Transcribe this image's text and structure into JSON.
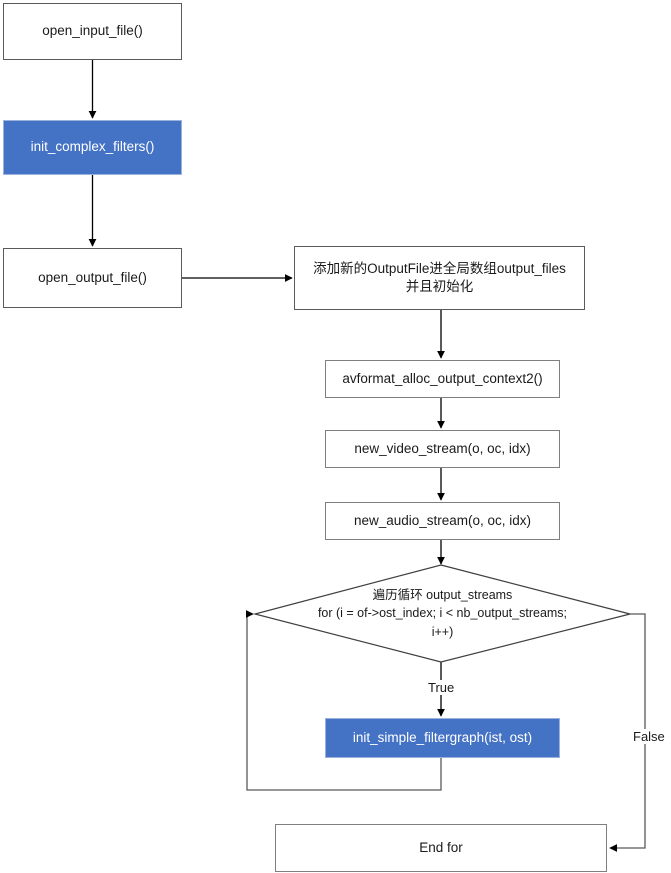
{
  "diagram": {
    "title": "ffmpeg open_output_file flowchart",
    "accent_color": "#4472C4",
    "border_color": "#7f7f7f",
    "text_color": "#1a1a1a",
    "background": "#ffffff",
    "nodes": [
      {
        "id": "open_input_file",
        "label": "open_input_file()",
        "shape": "process",
        "style": "plain"
      },
      {
        "id": "init_complex_filters",
        "label": "init_complex_filters()",
        "shape": "process",
        "style": "accent"
      },
      {
        "id": "open_output_file",
        "label": "open_output_file()",
        "shape": "process",
        "style": "plain"
      },
      {
        "id": "add_outputfile",
        "label": "添加新的OutputFile进全局数组output_files\n并且初始化",
        "shape": "process",
        "style": "plain"
      },
      {
        "id": "avformat_alloc",
        "label": "avformat_alloc_output_context2()",
        "shape": "process",
        "style": "plain"
      },
      {
        "id": "new_video_stream",
        "label": "new_video_stream(o, oc, idx)",
        "shape": "process",
        "style": "plain"
      },
      {
        "id": "new_audio_stream",
        "label": "new_audio_stream(o, oc, idx)",
        "shape": "process",
        "style": "plain"
      },
      {
        "id": "loop_decision",
        "label": "遍历循环 output_streams\nfor (i = of->ost_index; i < nb_output_streams;\ni++)",
        "shape": "decision",
        "style": "plain"
      },
      {
        "id": "init_simple_filtergraph",
        "label": "init_simple_filtergraph(ist, ost)",
        "shape": "process",
        "style": "accent"
      },
      {
        "id": "end_for",
        "label": "End for",
        "shape": "process",
        "style": "plain"
      }
    ],
    "edge_labels": {
      "true": "True",
      "false": "False"
    },
    "edges": [
      {
        "from": "open_input_file",
        "to": "init_complex_filters",
        "label": ""
      },
      {
        "from": "init_complex_filters",
        "to": "open_output_file",
        "label": ""
      },
      {
        "from": "open_output_file",
        "to": "add_outputfile",
        "label": ""
      },
      {
        "from": "add_outputfile",
        "to": "avformat_alloc",
        "label": ""
      },
      {
        "from": "avformat_alloc",
        "to": "new_video_stream",
        "label": ""
      },
      {
        "from": "new_video_stream",
        "to": "new_audio_stream",
        "label": ""
      },
      {
        "from": "new_audio_stream",
        "to": "loop_decision",
        "label": ""
      },
      {
        "from": "loop_decision",
        "to": "init_simple_filtergraph",
        "label": "True"
      },
      {
        "from": "loop_decision",
        "to": "end_for",
        "label": "False"
      },
      {
        "from": "init_simple_filtergraph",
        "to": "loop_decision",
        "label": ""
      }
    ]
  }
}
